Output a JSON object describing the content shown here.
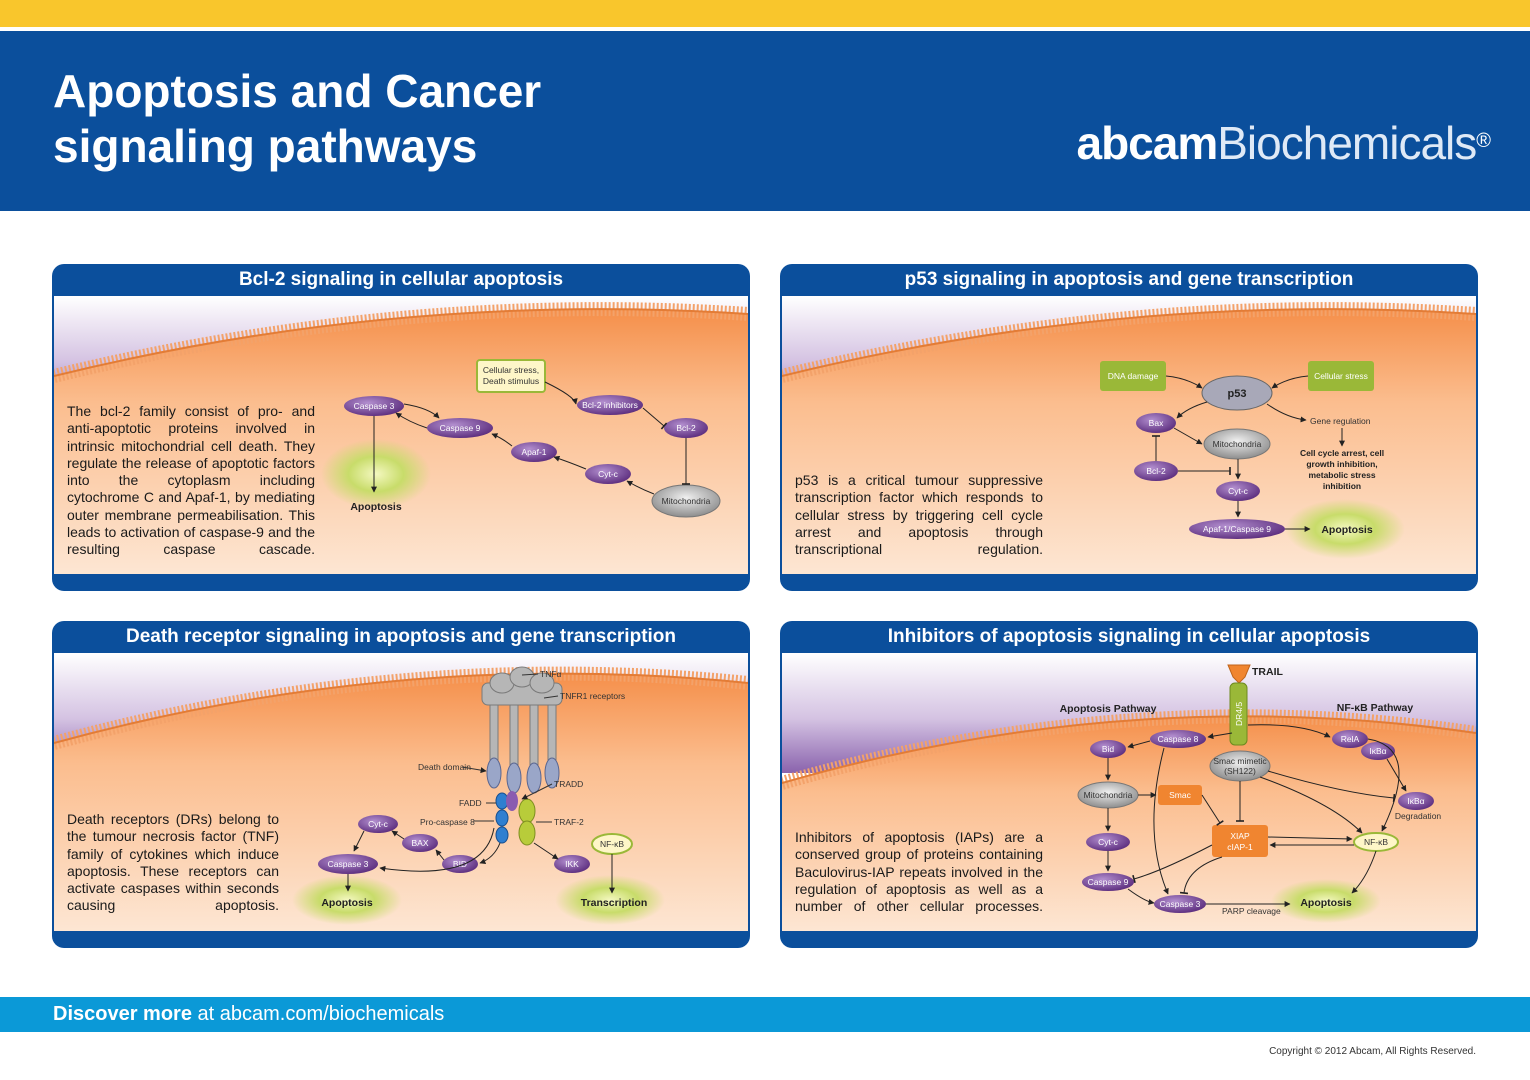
{
  "header": {
    "title_line1": "Apoptosis and Cancer",
    "title_line2": "signaling pathways",
    "brand_bold": "abcam",
    "brand_light": "Biochemicals",
    "brand_mark": "®"
  },
  "colors": {
    "stripe_yellow": "#f9c62c",
    "header_blue": "#0b4f9c",
    "footer_cyan": "#0b99d7",
    "membrane_purple": "#8a63ad",
    "cytoplasm_orange": "#f6a766",
    "node_purple": "#6c3a8d",
    "node_green": "#9ab838",
    "node_orange": "#f08530"
  },
  "panels": [
    {
      "title": "Bcl-2 signaling in cellular apoptosis",
      "description": "The bcl-2 family consist of pro- and anti-apoptotic proteins involved in intrinsic mitochondrial cell death. They regulate the release of apoptotic factors into the cytoplasm including cytochrome C and Apaf-1, by mediating outer membrane permeabilisation. This leads to activation of caspase-9 and the resulting caspase cascade.",
      "nodes": {
        "stress": [
          "Cellular stress,",
          "Death stimulus"
        ],
        "caspase3": "Caspase 3",
        "caspase9": "Caspase 9",
        "bcl2inh": "Bcl-2 inhibitors",
        "bcl2": "Bcl-2",
        "apaf1": "Apaf-1",
        "cytc": "Cyt-c",
        "mito": "Mitochondria",
        "apoptosis": "Apoptosis"
      }
    },
    {
      "title": "p53 signaling in apoptosis and gene transcription",
      "description": "p53 is a critical tumour suppressive transcription factor which responds to cellular stress by triggering cell cycle arrest and apoptosis through transcriptional regulation.",
      "nodes": {
        "dna": "DNA damage",
        "stress": "Cellular stress",
        "p53": "p53",
        "bax": "Bax",
        "gene": "Gene regulation",
        "mito": "Mitochondria",
        "arrest": [
          "Cell cycle arrest, cell",
          "growth inhibition,",
          "metabolic stress",
          "inhibition"
        ],
        "bcl2": "Bcl-2",
        "cytc": "Cyt-c",
        "apaf": "Apaf-1/Caspase 9",
        "apoptosis": "Apoptosis"
      }
    },
    {
      "title": "Death receptor signaling in apoptosis and gene transcription",
      "description": "Death receptors (DRs) belong to the tumour necrosis factor (TNF) family of cytokines which induce apoptosis. These receptors can activate caspases within seconds causing apoptosis.",
      "nodes": {
        "tnfa": "TNFα",
        "tnfr1": "TNFR1 receptors",
        "deathdomain": "Death domain",
        "tradd": "TRADD",
        "fadd": "FADD",
        "procasp8": "Pro-caspase 8",
        "traf2": "TRAF-2",
        "cytc": "Cyt-c",
        "bax": "BAX",
        "nfkb": "NF-κB",
        "caspase3": "Caspase 3",
        "bid": "BID",
        "ikk": "IKK",
        "apoptosis": "Apoptosis",
        "transcription": "Transcription"
      }
    },
    {
      "title": "Inhibitors of apoptosis signaling in cellular apoptosis",
      "description": "Inhibitors of apoptosis (IAPs) are a conserved group of proteins containing Baculovirus-IAP repeats involved in the regulation of apoptosis as well as a number of other cellular processes.",
      "nodes": {
        "trail": "TRAIL",
        "dr45": "DR4/5",
        "apoptosis_pathway": "Apoptosis Pathway",
        "nfkb_pathway": "NF-κB Pathway",
        "caspase8": "Caspase 8",
        "bid": "Bid",
        "rela": "RelA",
        "ikba": "IκBα",
        "smac_mimetic": [
          "Smac mimetic",
          "(SH122)"
        ],
        "mito": "Mitochondria",
        "smac": "Smac",
        "ikba2": "IκBα",
        "degradation": "Degradation",
        "xiap": [
          "XIAP",
          "cIAP-1"
        ],
        "cytc": "Cyt-c",
        "nfkb": "NF-κB",
        "caspase9": "Caspase 9",
        "caspase3": "Caspase 3",
        "parp": "PARP cleavage",
        "apoptosis": "Apoptosis"
      }
    }
  ],
  "footer": {
    "discover_bold": "Discover more",
    "discover_rest": " at abcam.com/biochemicals",
    "copyright": "Copyright © 2012 Abcam, All Rights Reserved."
  }
}
